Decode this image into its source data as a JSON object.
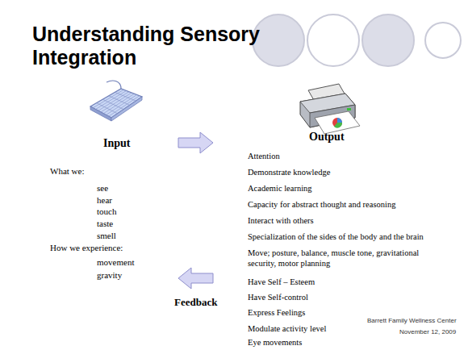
{
  "diagram": {
    "title": "Understanding Sensory Integration",
    "nodes": [
      {
        "text": [
          "Input",
          "What we:",
          "see",
          "hear",
          "touch",
          "taste",
          "smell",
          "How we experience:",
          "movement",
          "gravity"
        ]
      },
      {
        "text": [
          "Output",
          "Attention",
          "Demonstrate knowledge",
          "Academic learning",
          "Capacity for abstract thought and reasoning",
          "Interact with others",
          "Specialization of the sides of the body and the brain",
          "Move; posture, balance, muscle tone, gravitational security, motor planning",
          "Have Self – Esteem",
          "Have Self-control",
          "Express Feelings",
          "Modulate activity level",
          "Eye movements"
        ]
      }
    ],
    "edges": [
      {
        "from": 0,
        "to": 1,
        "arrow": "to"
      },
      {
        "from": 1,
        "to": 0,
        "arrow": "to",
        "label": "Feedback"
      }
    ],
    "labels": [
      "Barrett Family Wellness Center",
      "November 12, 2009"
    ]
  }
}
